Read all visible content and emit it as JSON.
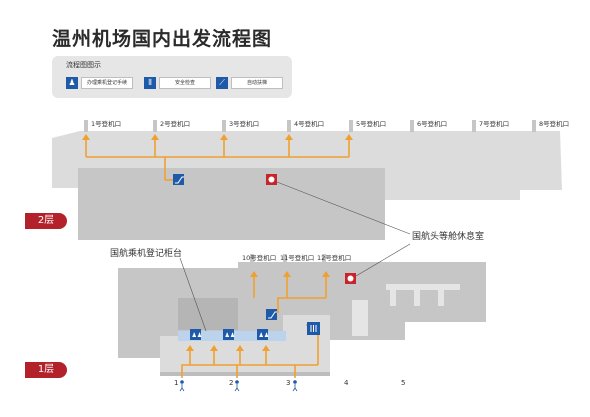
{
  "title": "温州机场国内出发流程图",
  "legend": {
    "title": "流程图图示",
    "items": [
      {
        "icon": "checkin-icon",
        "label": "办理乘机登记手续"
      },
      {
        "icon": "security-icon",
        "label": "安全检查"
      },
      {
        "icon": "escalator-icon",
        "label": "自动扶梯"
      }
    ]
  },
  "floors": {
    "upper": "2层",
    "lower": "1层"
  },
  "gates_2f": [
    "1号登机口",
    "2号登机口",
    "3号登机口",
    "4号登机口",
    "5号登机口",
    "6号登机口",
    "7号登机口",
    "8号登机口"
  ],
  "gates_1f": [
    "10号登机口",
    "11号登机口",
    "12号登机口"
  ],
  "doors": [
    "1",
    "2",
    "3",
    "4",
    "5"
  ],
  "callouts": {
    "lounge": "国航头等舱休息室",
    "checkin_counter": "国航乘机登记柜台"
  },
  "colors": {
    "route": "#f0a030",
    "icon": "#1e5aa8",
    "lounge": "#c8242b",
    "floor_badge": "#b3222a",
    "building": "#c6c6c6",
    "building_light": "#dcdcdc"
  }
}
